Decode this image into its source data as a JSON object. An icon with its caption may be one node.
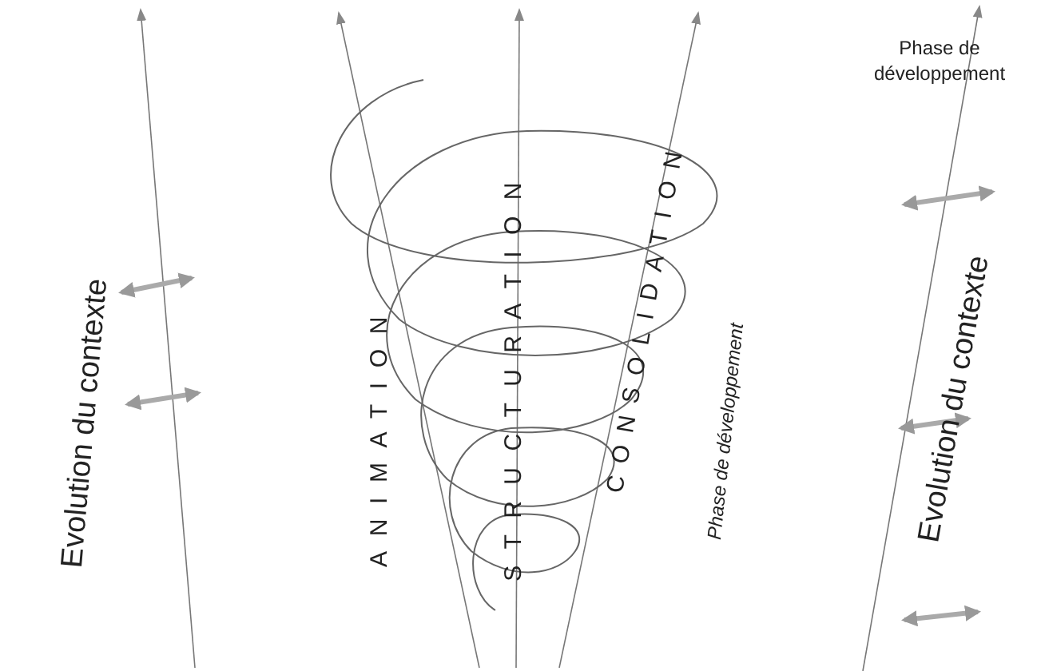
{
  "diagram": {
    "labels": [
      "Phase de développement",
      "Evolution du contexte",
      "ANIMATION",
      "STRUCTURATION",
      "CONSOLIDATION",
      "Phase de développement",
      "Evolution du contexte"
    ]
  }
}
